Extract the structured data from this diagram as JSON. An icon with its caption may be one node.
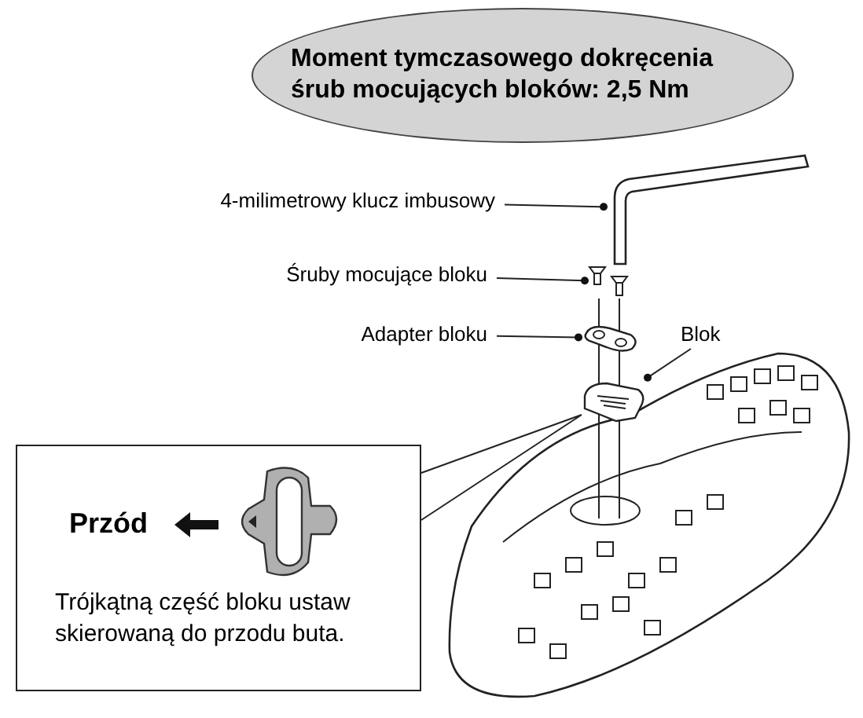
{
  "diagram": {
    "nodes": [
      {
        "text": [
          "Moment tymczasowego dokręcenia śrub mocujących bloków: 2,5 Nm"
        ]
      },
      {
        "text": [
          "4-milimetrowy klucz imbusowy"
        ]
      },
      {
        "text": [],
        "shape": "picture"
      },
      {
        "text": [
          "Śruby mocujące bloku"
        ]
      },
      {
        "text": [],
        "shape": "picture"
      },
      {
        "text": [
          "Adapter bloku"
        ]
      },
      {
        "text": [],
        "shape": "picture"
      },
      {
        "text": [
          "Blok"
        ]
      },
      {
        "text": [],
        "shape": "picture"
      },
      {
        "text": [
          "Przód",
          "Trójkątną część bloku ustaw skierowaną do przodu buta."
        ]
      },
      {
        "text": [],
        "shape": "picture",
        "in": 9
      }
    ],
    "edges": [
      {
        "from": 1,
        "to": 2,
        "arrow": "other"
      },
      {
        "from": 3,
        "to": 4,
        "arrow": "other"
      },
      {
        "from": 5,
        "to": 6,
        "arrow": "other"
      },
      {
        "from": 7,
        "to": 8,
        "arrow": "other"
      },
      {
        "from": 9,
        "to": 8,
        "arrow": "none"
      }
    ]
  }
}
